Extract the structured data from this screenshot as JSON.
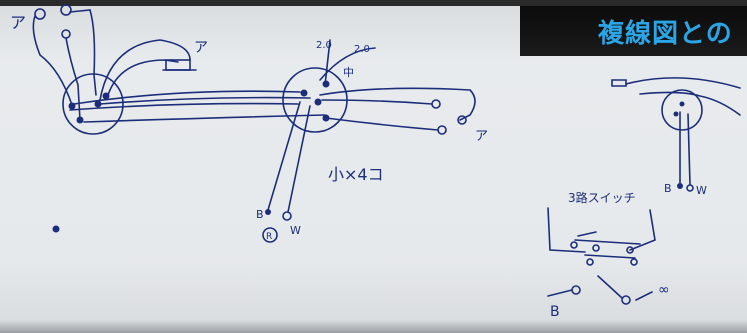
{
  "banner": {
    "title": "複線図との"
  },
  "labels": {
    "a_left": "ア",
    "a_lamp": "ア",
    "a_right": "ア",
    "n20": "2.0",
    "n20b": "2.0",
    "naka": "中",
    "count": "小×4コ",
    "b_mid": "B",
    "w_mid": "W",
    "r_circle": "R",
    "b_right": "B",
    "w_right": "W",
    "threeway": "3路スイッチ",
    "b_bottom": "B",
    "inf": "∞"
  },
  "colors": {
    "ink": "#1c2e7a",
    "banner_bg": "#111111",
    "banner_text": "#2aa6e6",
    "board": "#e6e9eb"
  }
}
